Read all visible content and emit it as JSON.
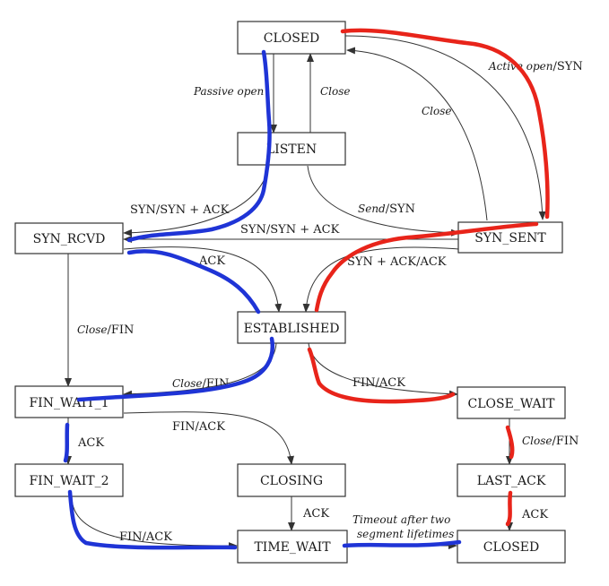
{
  "states": {
    "closed_top": "CLOSED",
    "listen": "LISTEN",
    "syn_rcvd": "SYN_RCVD",
    "syn_sent": "SYN_SENT",
    "established": "ESTABLISHED",
    "fin_wait_1": "FIN_WAIT_1",
    "fin_wait_2": "FIN_WAIT_2",
    "closing": "CLOSING",
    "time_wait": "TIME_WAIT",
    "close_wait": "CLOSE_WAIT",
    "last_ack": "LAST_ACK",
    "closed_bottom": "CLOSED"
  },
  "labels": {
    "passive_open": "Passive open",
    "close_listen": "Close",
    "close_synsent": "Close",
    "active_open_em": "Active open",
    "active_open_rest": "/SYN",
    "send_em": "Send",
    "send_rest": "/SYN",
    "syn_syn_ack_listen": "SYN/SYN + ACK",
    "syn_syn_ack_synsent": "SYN/SYN + ACK",
    "syn_ack_ack": "SYN + ACK/ACK",
    "ack_synrcvd": "ACK",
    "close_fin_synrcvd_em": "Close",
    "close_fin_synrcvd_rest": "/FIN",
    "close_fin_est_em": "Close",
    "close_fin_est_rest": "/FIN",
    "fin_ack_est": "FIN/ACK",
    "fin_ack_finwait1": "FIN/ACK",
    "ack_finwait1": "ACK",
    "fin_ack_finwait2": "FIN/ACK",
    "ack_closing": "ACK",
    "close_fin_closewait_em": "Close",
    "close_fin_closewait_rest": "/FIN",
    "ack_lastack": "ACK",
    "timeout_line1": "Timeout after two",
    "timeout_line2": "segment lifetimes"
  },
  "highlight_colors": {
    "client_path": "#1f34d6",
    "server_path": "#e8241a"
  }
}
